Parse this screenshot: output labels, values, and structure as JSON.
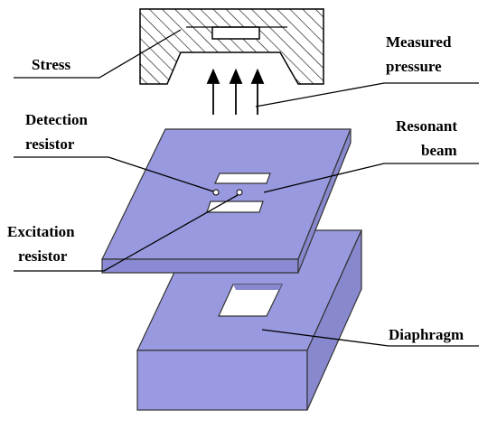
{
  "labels": {
    "stress": "Stress",
    "measured_pressure_line1": "Measured",
    "measured_pressure_line2": "pressure",
    "detection_resistor_line1": "Detection",
    "detection_resistor_line2": "resistor",
    "resonant_beam_line1": "Resonant",
    "resonant_beam_line2": "beam",
    "excitation_resistor_line1": "Excitation",
    "excitation_resistor_line2": "resistor",
    "diaphragm": "Diaphragm"
  },
  "colors": {
    "plate_top": "#9999e0",
    "plate_side": "#8a8ad4",
    "base_top": "#9999e0",
    "base_front": "#9a9ae2",
    "base_side": "#8888cf",
    "outline": "#333333"
  }
}
